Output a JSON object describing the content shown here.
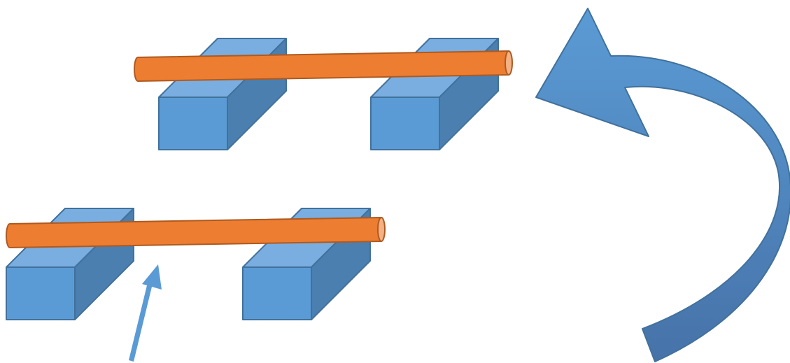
{
  "colors": {
    "box_front": "#5b9bd5",
    "box_top": "#7aaee0",
    "box_side": "#4a7fb0",
    "box_stroke": "#41719c",
    "rod_fill": "#ed7d31",
    "rod_cap": "#f4b183",
    "rod_stroke": "#ae5a21",
    "arrow_fill": "#5b9bd5",
    "arrow_stroke": "#41719c",
    "curved_arrow_light": "#5b9bd5",
    "curved_arrow_dark": "#4672a8"
  },
  "scene": {
    "assemblies": [
      {
        "name": "upper",
        "blocks": 2,
        "rods": 1
      },
      {
        "name": "lower",
        "blocks": 2,
        "rods": 1
      }
    ],
    "arrows": [
      {
        "name": "straight-arrow",
        "direction": "up"
      },
      {
        "name": "curved-arrow",
        "direction": "counter-clockwise-up"
      }
    ]
  }
}
